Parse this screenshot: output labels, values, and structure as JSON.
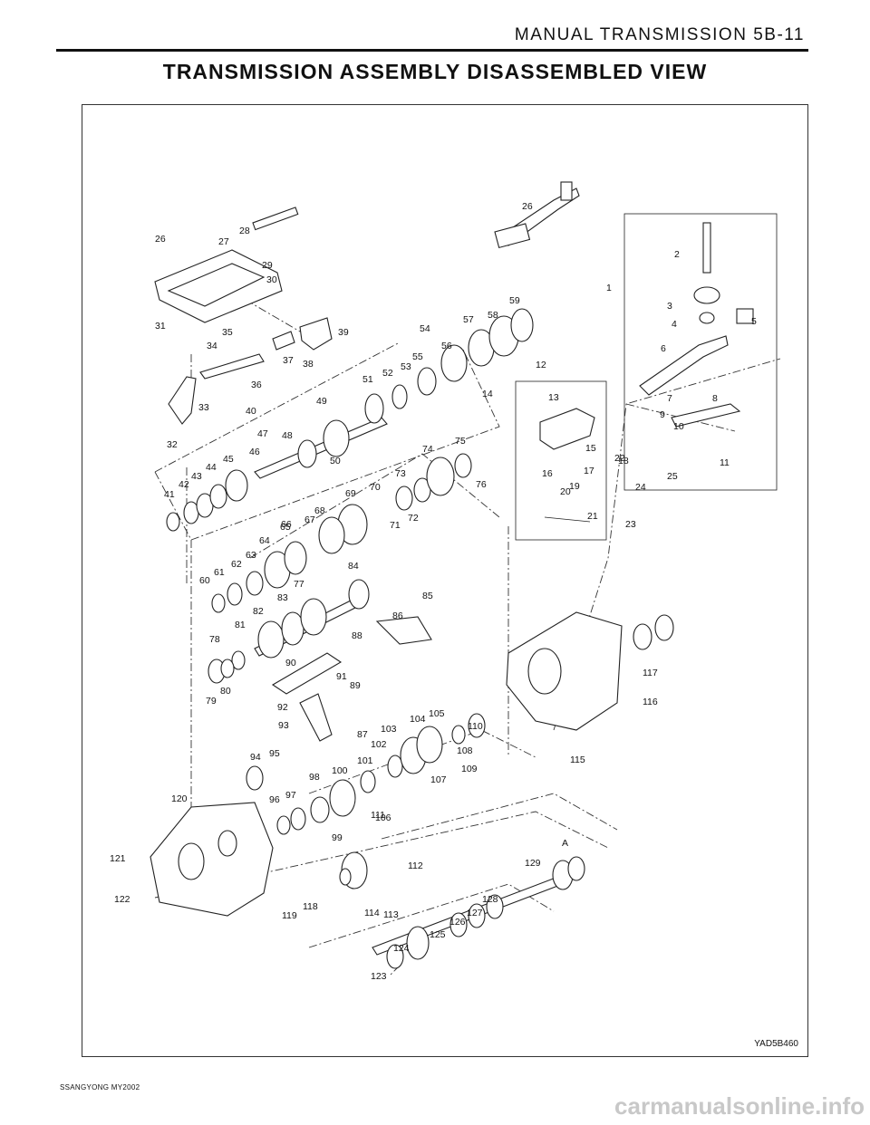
{
  "header": {
    "section_title": "MANUAL TRANSMISSION  5B-11"
  },
  "page_title": "TRANSMISSION  ASSEMBLY  DISASSEMBLED  VIEW",
  "figure": {
    "code": "YAD5B460",
    "callouts": [
      "1",
      "2",
      "3",
      "4",
      "5",
      "6",
      "7",
      "8",
      "9",
      "10",
      "11",
      "12",
      "13",
      "14",
      "15",
      "16",
      "17",
      "18",
      "19",
      "20",
      "21",
      "22",
      "23",
      "24",
      "25",
      "26",
      "26",
      "27",
      "28",
      "29",
      "30",
      "31",
      "32",
      "33",
      "34",
      "35",
      "36",
      "37",
      "38",
      "39",
      "40",
      "41",
      "42",
      "43",
      "44",
      "45",
      "46",
      "47",
      "48",
      "49",
      "50",
      "51",
      "52",
      "53",
      "54",
      "55",
      "56",
      "57",
      "58",
      "59",
      "60",
      "61",
      "62",
      "63",
      "64",
      "65",
      "66",
      "67",
      "68",
      "69",
      "70",
      "71",
      "72",
      "73",
      "74",
      "75",
      "76",
      "77",
      "78",
      "79",
      "80",
      "81",
      "82",
      "83",
      "84",
      "85",
      "86",
      "87",
      "88",
      "89",
      "90",
      "91",
      "92",
      "93",
      "94",
      "95",
      "96",
      "97",
      "98",
      "99",
      "100",
      "101",
      "102",
      "103",
      "104",
      "105",
      "106",
      "107",
      "108",
      "109",
      "110",
      "111",
      "112",
      "113",
      "114",
      "115",
      "116",
      "117",
      "118",
      "119",
      "120",
      "121",
      "122",
      "123",
      "124",
      "125",
      "126",
      "127",
      "128",
      "129",
      "A"
    ]
  },
  "footer": {
    "left_text": "SSANGYONG  MY2002",
    "right_text": "carmanualsonline.info"
  }
}
